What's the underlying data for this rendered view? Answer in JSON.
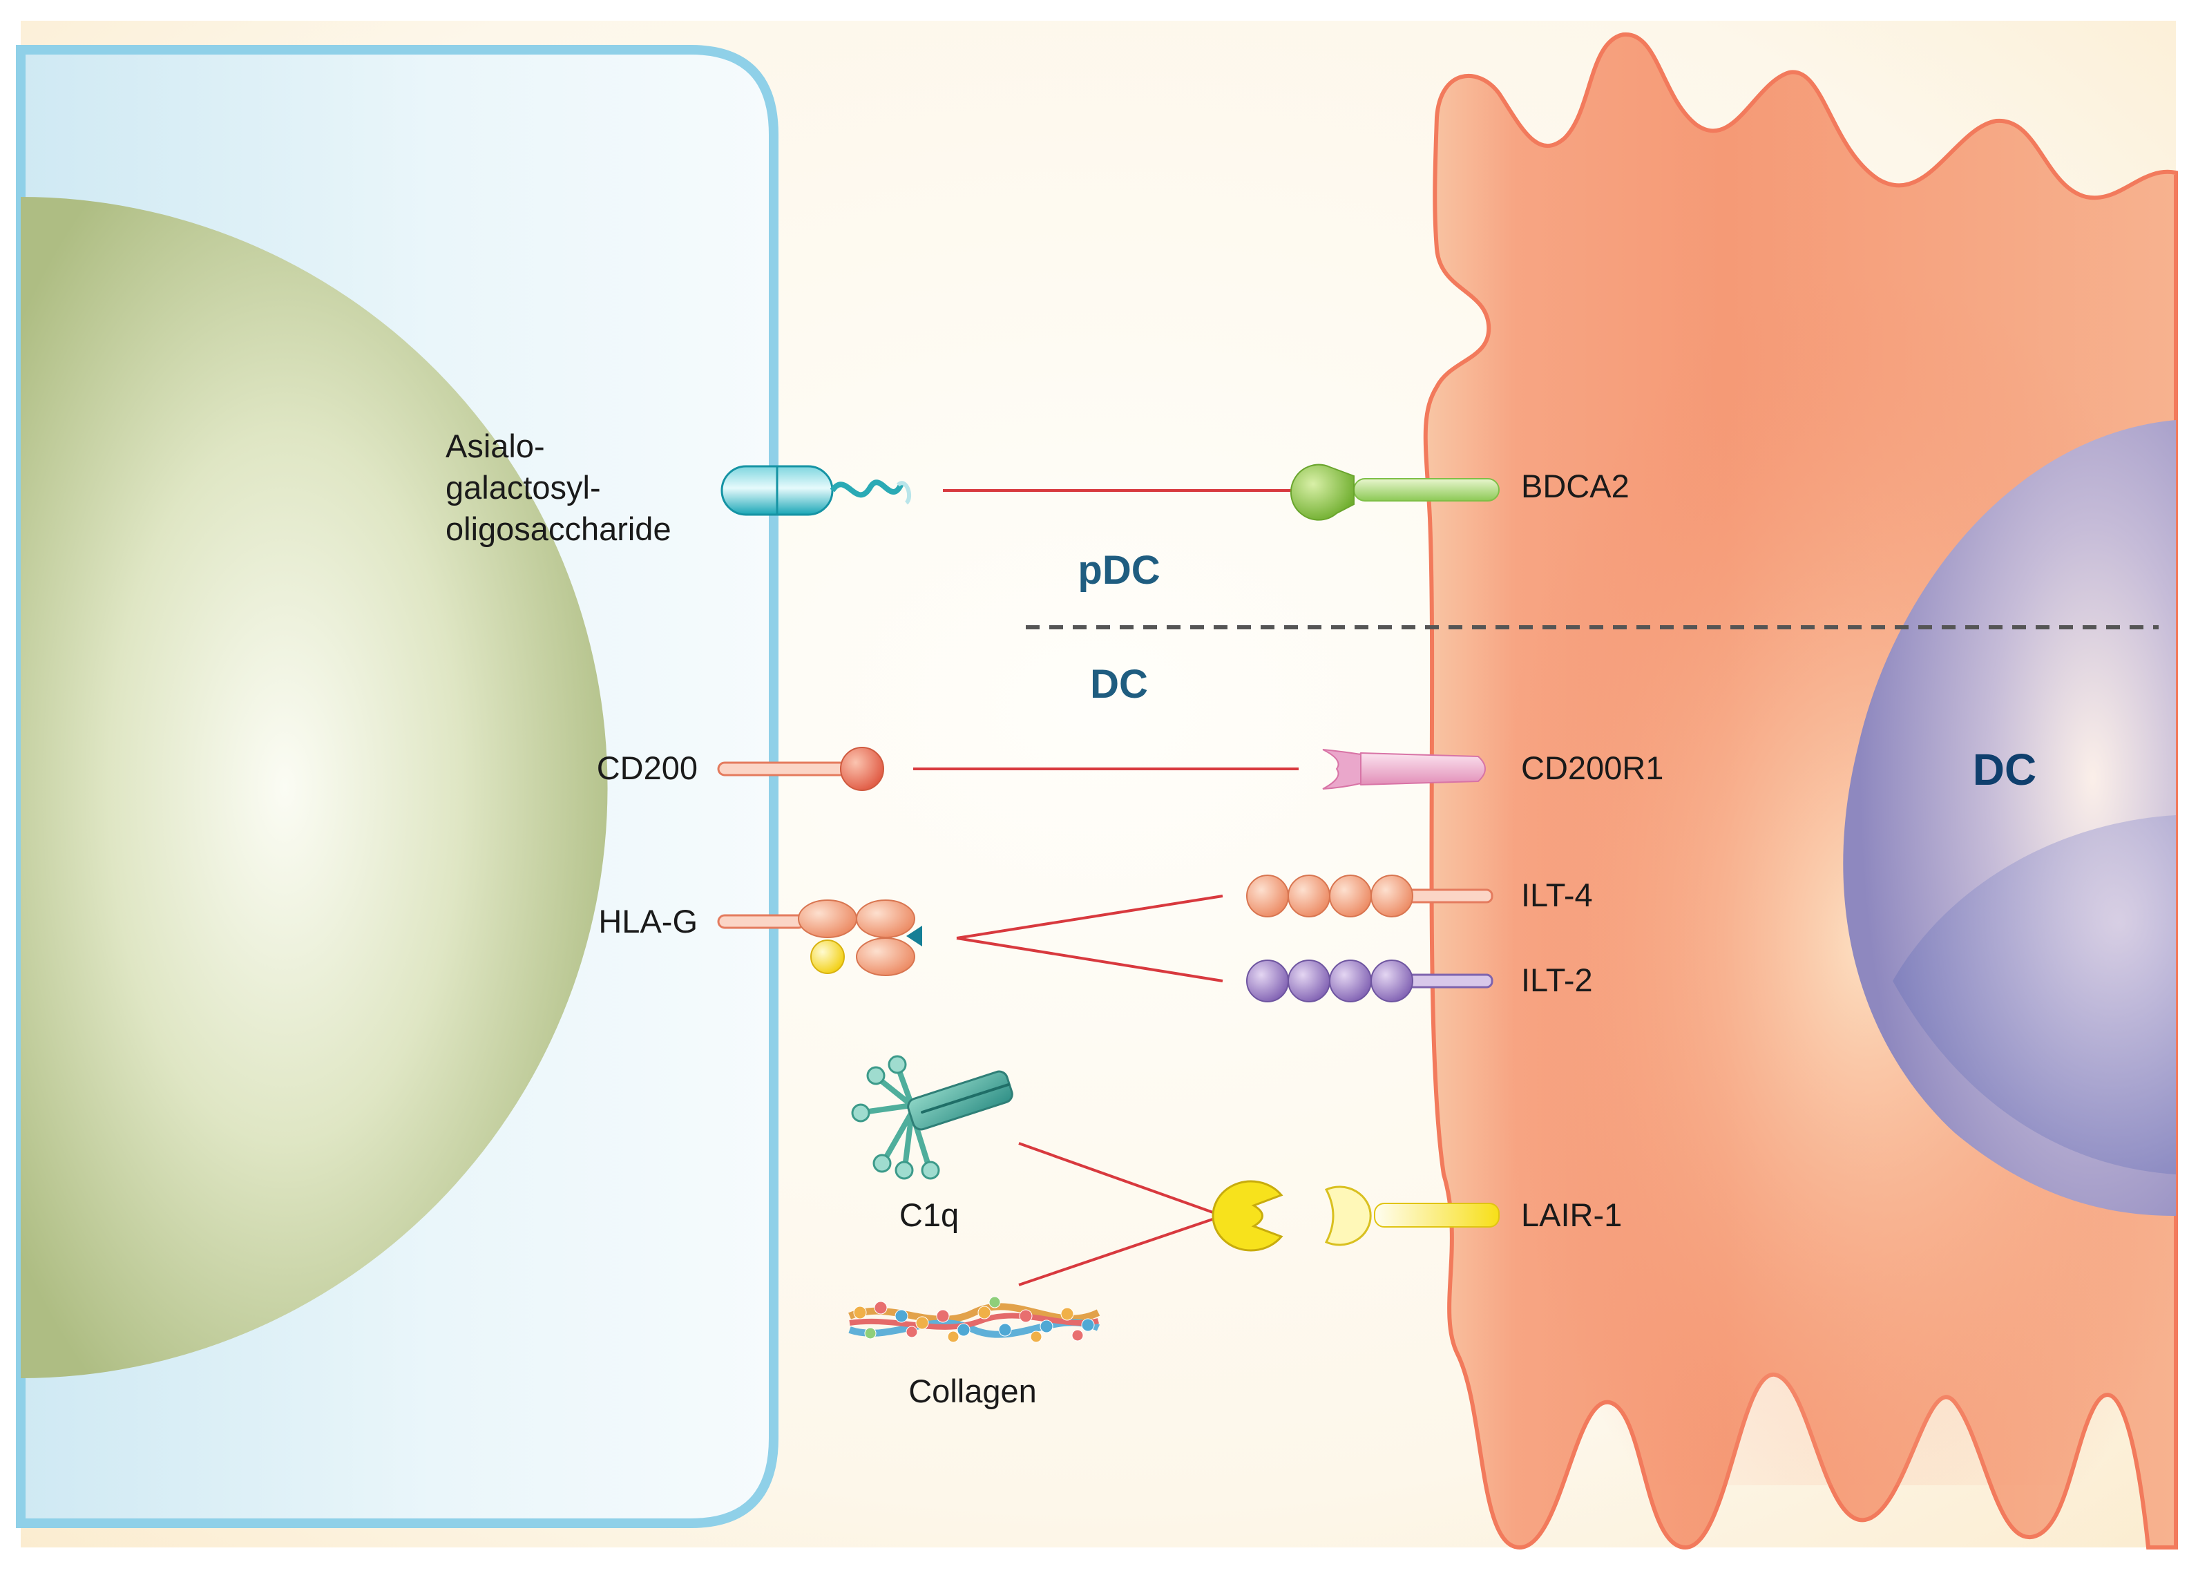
{
  "labels": {
    "asialo": [
      "Asialo-",
      "galactosyl-",
      "oligosaccharide"
    ],
    "bdca2": "BDCA2",
    "pdc": "pDC",
    "dc_section": "DC",
    "cd200": "CD200",
    "cd200r1": "CD200R1",
    "hla_g": "HLA-G",
    "ilt4": "ILT-4",
    "ilt2": "ILT-2",
    "c1q": "C1q",
    "collagen": "Collagen",
    "lair1": "LAIR-1",
    "dc_cell": "DC"
  },
  "colors": {
    "connector": "#d8393e",
    "section_label": "#1f5d80",
    "dc_label": "#0f3f6d",
    "left_cell_border": "#8fd0e8",
    "dc_cell_fill": "#f58a6a",
    "dc_nucleus": "#8f8cc4",
    "left_nucleus": "#b9c98f"
  }
}
